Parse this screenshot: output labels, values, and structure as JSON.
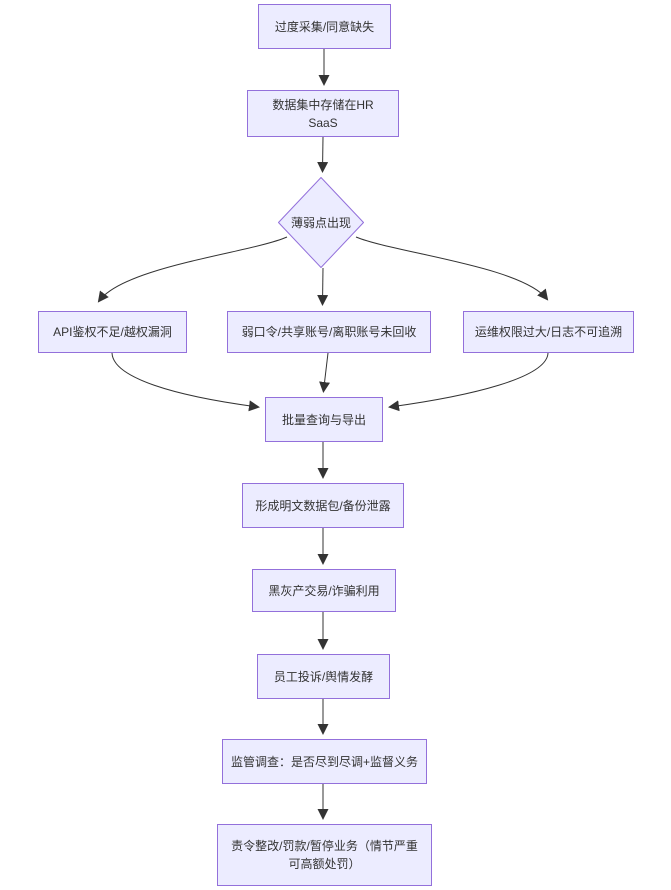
{
  "diagram": {
    "type": "flowchart",
    "direction": "top-down",
    "colors": {
      "node_fill": "#ECECFF",
      "node_border": "#9370DB",
      "edge": "#333333",
      "text": "#333333",
      "background": "#ffffff"
    },
    "nodes": {
      "collect": {
        "label": "过度采集/同意缺失",
        "shape": "rect"
      },
      "store": {
        "label": "数据集中存储在HR SaaS",
        "shape": "rect"
      },
      "weakpoint": {
        "label": "薄弱点出现",
        "shape": "diamond"
      },
      "api": {
        "label": "API鉴权不足/越权漏洞",
        "shape": "rect"
      },
      "accounts": {
        "label": "弱口令/共享账号/离职账号未回收",
        "shape": "rect"
      },
      "ops": {
        "label": "运维权限过大/日志不可追溯",
        "shape": "rect"
      },
      "export": {
        "label": "批量查询与导出",
        "shape": "rect"
      },
      "plaintext": {
        "label": "形成明文数据包/备份泄露",
        "shape": "rect"
      },
      "blackmarket": {
        "label": "黑灰产交易/诈骗利用",
        "shape": "rect"
      },
      "complaints": {
        "label": "员工投诉/舆情发酵",
        "shape": "rect"
      },
      "regulator": {
        "label": "监管调查：是否尽到尽调+监督义务",
        "shape": "rect"
      },
      "penalty": {
        "label": "责令整改/罚款/暂停业务（情节严重可高额处罚）",
        "shape": "rect"
      }
    },
    "edges": [
      {
        "from": "collect",
        "to": "store"
      },
      {
        "from": "store",
        "to": "weakpoint"
      },
      {
        "from": "weakpoint",
        "to": "api"
      },
      {
        "from": "weakpoint",
        "to": "accounts"
      },
      {
        "from": "weakpoint",
        "to": "ops"
      },
      {
        "from": "api",
        "to": "export"
      },
      {
        "from": "accounts",
        "to": "export"
      },
      {
        "from": "ops",
        "to": "export"
      },
      {
        "from": "export",
        "to": "plaintext"
      },
      {
        "from": "plaintext",
        "to": "blackmarket"
      },
      {
        "from": "blackmarket",
        "to": "complaints"
      },
      {
        "from": "complaints",
        "to": "regulator"
      },
      {
        "from": "regulator",
        "to": "penalty"
      }
    ]
  }
}
